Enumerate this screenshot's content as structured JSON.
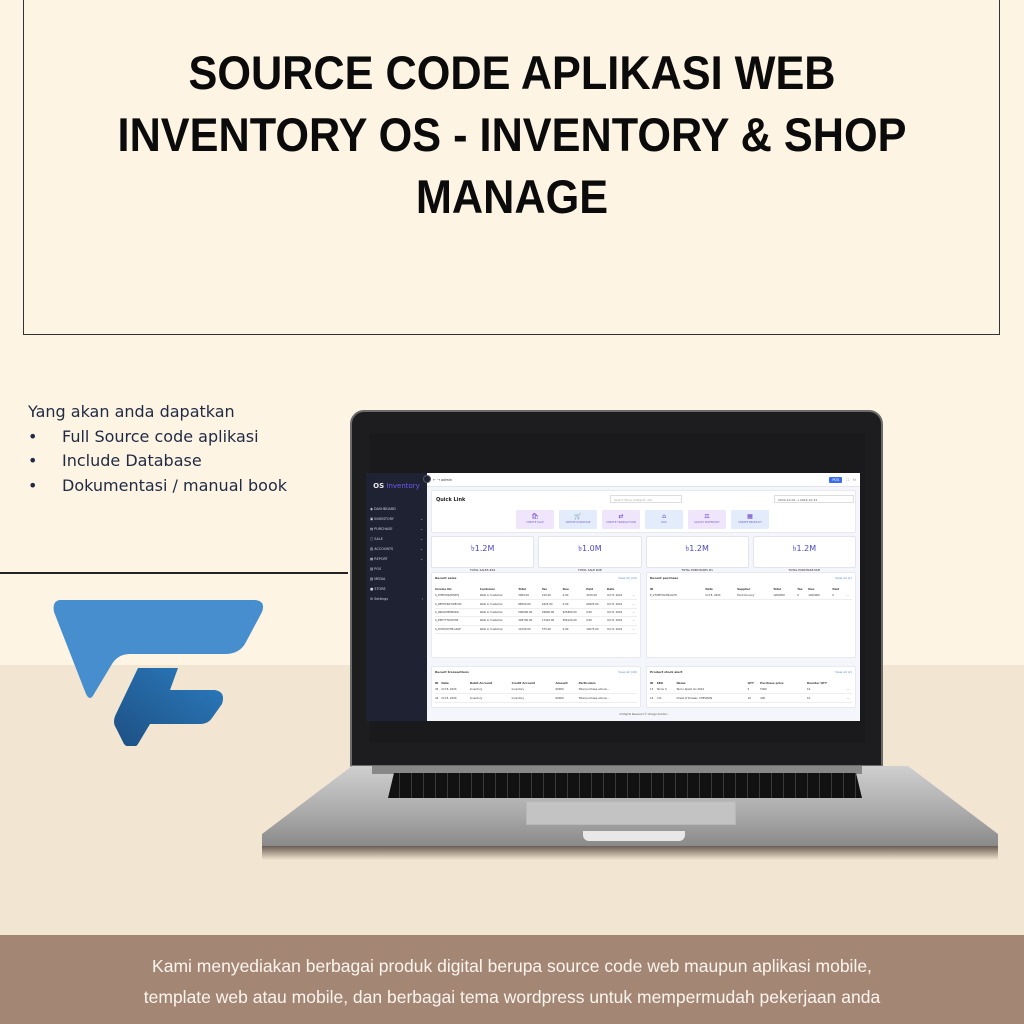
{
  "banner": {
    "title": "SOURCE CODE APLIKASI WEB INVENTORY OS - INVENTORY & SHOP MANAGE",
    "title_lines": [
      "SOURCE CODE APLIKASI WEB",
      "INVENTORY OS - INVENTORY & SHOP",
      "MANAGE"
    ]
  },
  "features": {
    "heading": "Yang akan anda dapatkan",
    "items": [
      "Full Source  code aplikasi",
      "Include Database",
      "Dokumentasi / manual book"
    ],
    "bullet": "•"
  },
  "logo": {
    "icon": "stylized-f-logo-icon",
    "colors": [
      "#448fcd",
      "#1f5e95"
    ]
  },
  "footer_band": {
    "lines": [
      "Kami menyediakan berbagai produk digital berupa source code web maupun aplikasi mobile,",
      "template web atau mobile, dan berbagai tema wordpress untuk mempermudah pekerjaan anda"
    ]
  },
  "app": {
    "brand": {
      "prefix": "OS",
      "name": "Inventory"
    },
    "breadcrumb": [
      "←",
      "→",
      "admin"
    ],
    "topbar": {
      "pos_label": "POS",
      "fullscreen_icon": "⛶",
      "user_icon": "⚇"
    },
    "sidebar": [
      {
        "icon": "◉",
        "label": "DASHBOARD",
        "chevron": ""
      },
      {
        "icon": "▣",
        "label": "INVENTORY",
        "chevron": "⌄"
      },
      {
        "icon": "▤",
        "label": "PURCHASE",
        "chevron": "⌄"
      },
      {
        "icon": "▢",
        "label": "SALE",
        "chevron": "⌄"
      },
      {
        "icon": "▥",
        "label": "ACCOUNTS",
        "chevron": "⌄"
      },
      {
        "icon": "▦",
        "label": "REPORT",
        "chevron": "⌄"
      },
      {
        "icon": "▧",
        "label": "POS",
        "chevron": ""
      },
      {
        "icon": "▨",
        "label": "MEDIA",
        "chevron": ""
      },
      {
        "icon": "■",
        "label": "STORE",
        "chevron": ""
      },
      {
        "icon": "⚙",
        "label": "Settings",
        "chevron": "›"
      }
    ],
    "quick_link": {
      "label": "Quick Link",
      "store_placeholder": "Select Store (Default: All)",
      "date_from": "2024-10-01",
      "date_to": "2024-10-31",
      "buttons": [
        {
          "icon": "🛍",
          "label": "CREATE SALE",
          "tone": "purple"
        },
        {
          "icon": "🛒",
          "label": "CREATE PURCHASE",
          "tone": "blue"
        },
        {
          "icon": "⇄",
          "label": "CREATE TRANSACTION",
          "tone": "purple"
        },
        {
          "icon": "⌂",
          "label": "POS",
          "tone": "blue"
        },
        {
          "icon": "⚖",
          "label": "ADJUST INVENTORY",
          "tone": "purple"
        },
        {
          "icon": "▦",
          "label": "CREATE PRODUCT",
          "tone": "blue"
        }
      ]
    },
    "stats": [
      {
        "value": "৳1.2M",
        "label": "TOTAL SALES #10"
      },
      {
        "value": "৳1.0M",
        "label": "TOTAL SALE DUE"
      },
      {
        "value": "৳1.2M",
        "label": "TOTAL PURCHASES #1"
      },
      {
        "value": "৳1.2M",
        "label": "TOTAL PURCHASE DUE"
      }
    ],
    "recent_sales": {
      "title": "Recent sales",
      "view_all": "View all (10)",
      "columns": [
        "Invoice No",
        "Customer",
        "Total",
        "Tax",
        "Due",
        "Paid",
        "Date",
        ""
      ],
      "rows": [
        [
          "S_DHEODSQMVEYJ",
          "Walk in Customer",
          "3000.00",
          "150.00",
          "0.00",
          "3150.00",
          "Oct 8, 2024",
          "⋯"
        ],
        [
          "S_6EMYKNCYIDEC9C",
          "Walk in Customer",
          "88500.00",
          "4425.00",
          "0.00",
          "92925.00",
          "Oct 8, 2024",
          "⋯"
        ],
        [
          "S_9RAGYNMWKRG",
          "Walk in Customer",
          "596000.00",
          "29800.00",
          "625800.00",
          "0.00",
          "Oct 8, 2024",
          "⋯"
        ],
        [
          "S_EZHYTTDLEUSP",
          "Walk in Customer",
          "348700.00",
          "17424.00",
          "366124.00",
          "0.00",
          "Oct 8, 2024",
          "⋯"
        ],
        [
          "S_DYOOOOTPLAKGF",
          "Walk in Customer",
          "11500.00",
          "575.00",
          "0.00",
          "12075.00",
          "Oct 8, 2024",
          "⋯"
        ]
      ]
    },
    "recent_purchase": {
      "title": "Recent purchase",
      "view_all": "View all (1)",
      "columns": [
        "ID",
        "Date",
        "Supplier",
        "Total",
        "Tax",
        "Due",
        "Paid",
        ""
      ],
      "rows": [
        [
          "P_270MYDG7NAG7N",
          "Oct 8, 2024",
          "Farid Grocery",
          "1200000",
          "0",
          "1200000",
          "0",
          "⋯"
        ]
      ]
    },
    "recent_transactions": {
      "title": "Recent transactions",
      "view_all": "View all (40)",
      "columns": [
        "ID",
        "Date",
        "Debit Account",
        "Credit Account",
        "Amount",
        "Particulars"
      ],
      "rows": [
        [
          "45",
          "Oct 8, 2024",
          "Inventory",
          "Inventory",
          "60000",
          "Total purchase amoun..."
        ],
        [
          "44",
          "Oct 8, 2024",
          "Inventory",
          "Inventory",
          "60000",
          "Total purchase amoun..."
        ]
      ]
    },
    "product_stock_alert": {
      "title": "Product stock alert",
      "view_all": "View all (2)",
      "columns": [
        "ID",
        "SKU",
        "Name",
        "QTY",
        "Purchase price",
        "Reorder QTY",
        ""
      ],
      "rows": [
        [
          "13",
          "Tecno S",
          "Tecno Spark Go 2024",
          "5",
          "5300",
          "10",
          "⋯"
        ],
        [
          "14",
          "cdh",
          "Chest of Drawer- CHEVRON",
          "10",
          "400",
          "10",
          "⋯"
        ]
      ]
    },
    "footer": "All Rights Reserved © Omega Solution"
  }
}
